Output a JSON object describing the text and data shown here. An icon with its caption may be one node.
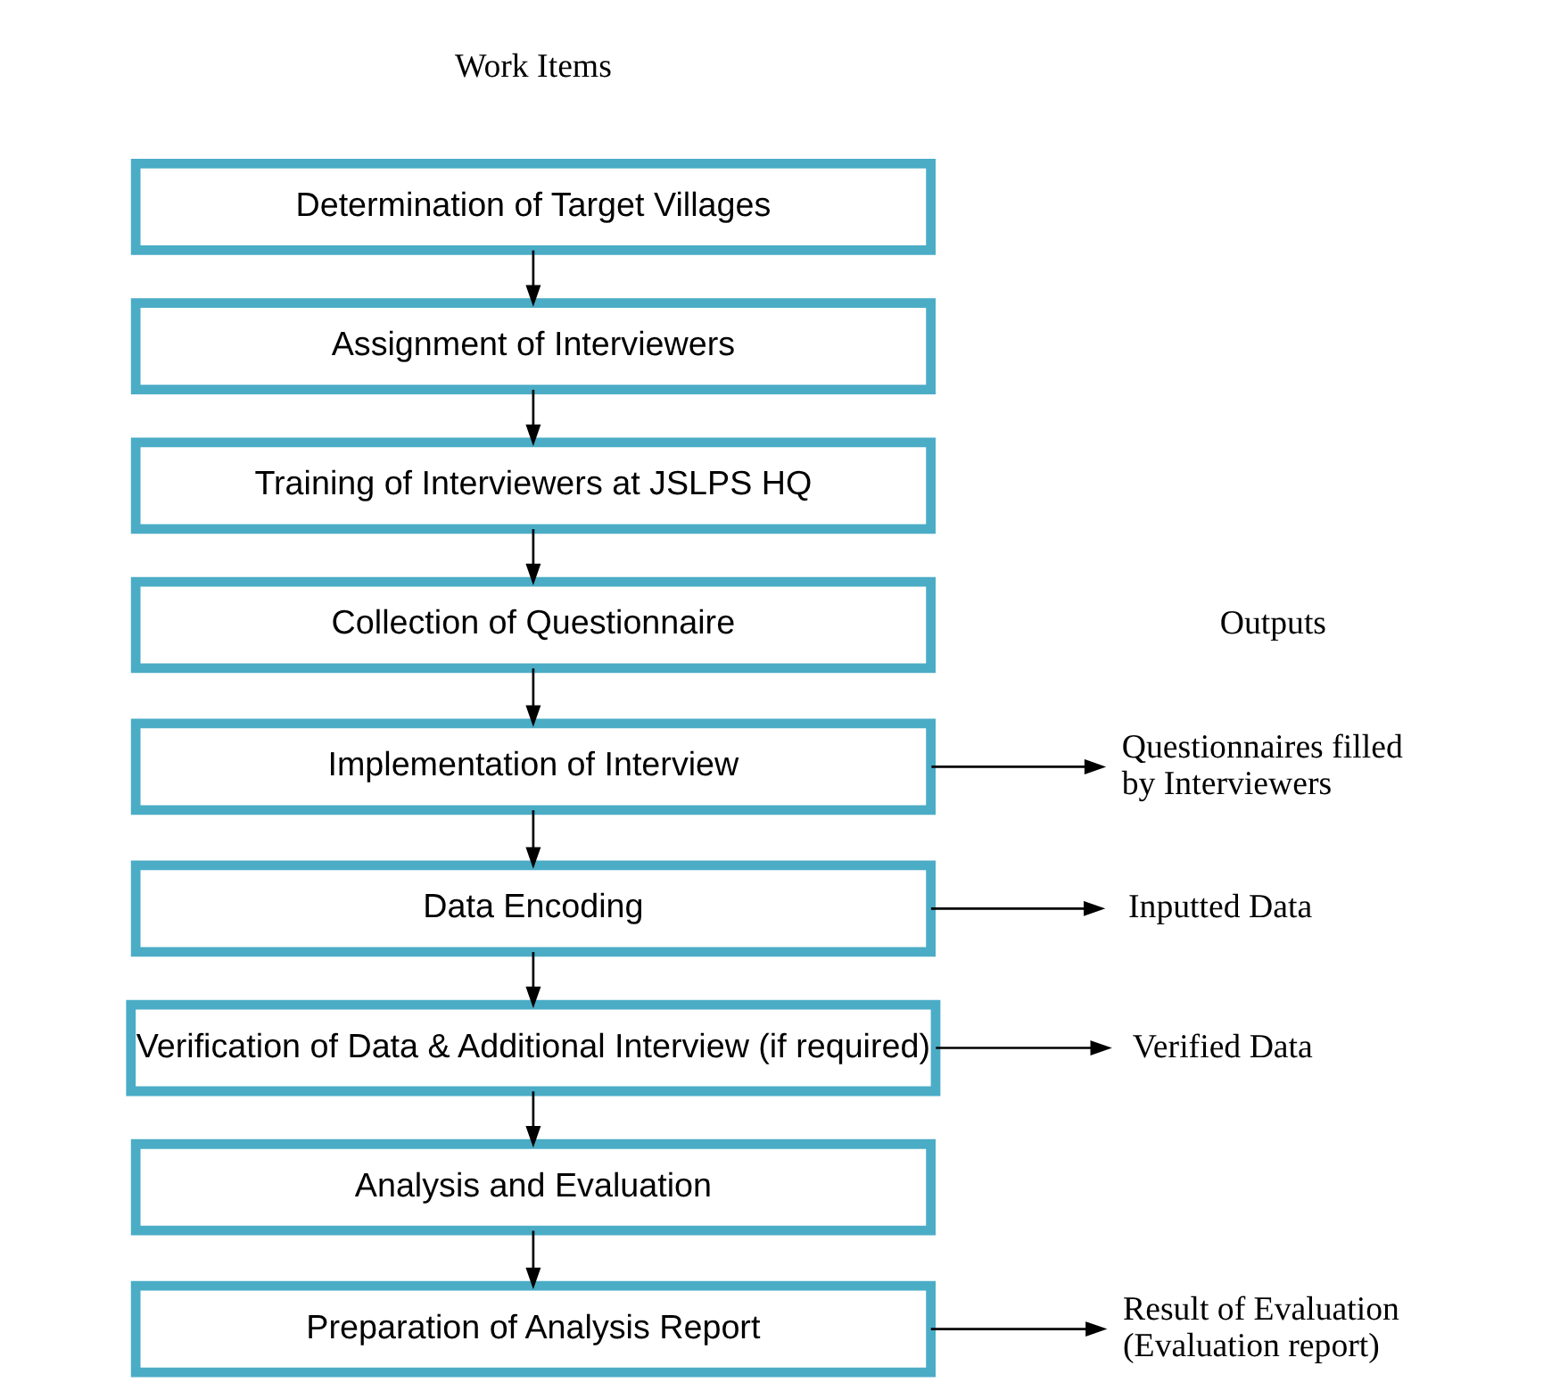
{
  "diagram": {
    "nodes": [
      {
        "text": [
          "Determination of Target Villages"
        ]
      },
      {
        "text": [
          "Assignment of Interviewers"
        ]
      },
      {
        "text": [
          "Training of Interviewers at JSLPS HQ"
        ]
      },
      {
        "text": [
          "Collection of Questionnaire"
        ]
      },
      {
        "text": [
          "Implementation of Interview"
        ]
      },
      {
        "text": [
          "Data Encoding"
        ]
      },
      {
        "text": [
          "Verification of Data & Additional Interview (if required)"
        ]
      },
      {
        "text": [
          "Analysis and Evaluation"
        ]
      },
      {
        "text": [
          "Preparation of Analysis Report"
        ]
      },
      {
        "text": [
          "Questionnaires filled by Interviewers"
        ]
      },
      {
        "text": [
          "Inputted Data"
        ]
      },
      {
        "text": [
          "Verified Data"
        ]
      },
      {
        "text": [
          "Result of Evaluation (Evaluation report)"
        ]
      }
    ],
    "edges": [
      {
        "from": 0,
        "to": 1,
        "arrow": "to"
      },
      {
        "from": 1,
        "to": 2,
        "arrow": "to"
      },
      {
        "from": 2,
        "to": 3,
        "arrow": "to"
      },
      {
        "from": 3,
        "to": 4,
        "arrow": "to"
      },
      {
        "from": 4,
        "to": 5,
        "arrow": "to"
      },
      {
        "from": 5,
        "to": 6,
        "arrow": "to"
      },
      {
        "from": 6,
        "to": 7,
        "arrow": "to"
      },
      {
        "from": 7,
        "to": 8,
        "arrow": "to"
      },
      {
        "from": 4,
        "to": 9,
        "arrow": "to"
      },
      {
        "from": 5,
        "to": 10,
        "arrow": "to"
      },
      {
        "from": 6,
        "to": 11,
        "arrow": "to"
      },
      {
        "from": 8,
        "to": 12,
        "arrow": "to"
      }
    ],
    "labels": [
      "Work Items",
      "Outputs"
    ]
  }
}
